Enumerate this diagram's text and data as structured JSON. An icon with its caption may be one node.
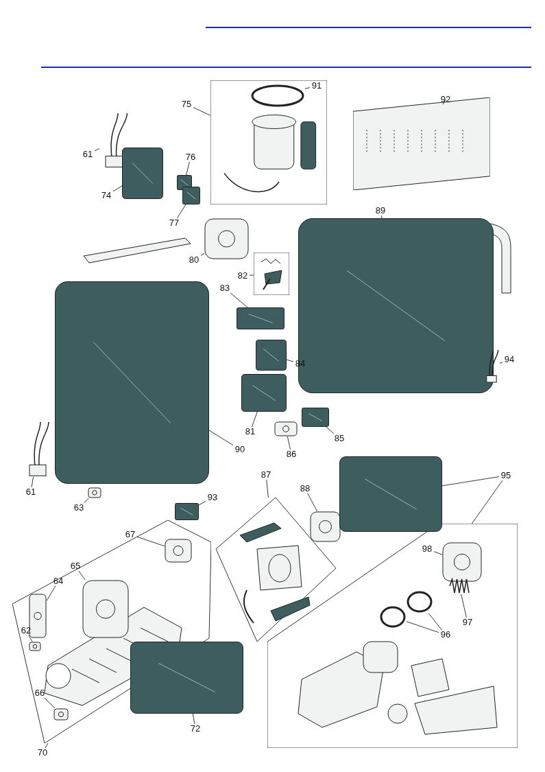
{
  "diagram": {
    "nodes": [
      {
        "text": [],
        "shape": "box"
      },
      {
        "text": [
          "75"
        ]
      },
      {
        "text": [
          "91"
        ],
        "in": 0
      },
      {
        "text": [],
        "shape": "circle",
        "in": 0
      },
      {
        "text": [
          "92"
        ]
      },
      {
        "text": [],
        "shape": "picture"
      },
      {
        "text": [
          "61"
        ]
      },
      {
        "text": [],
        "shape": "picture"
      },
      {
        "text": [
          "76"
        ]
      },
      {
        "text": [],
        "shape": "picture"
      },
      {
        "text": [
          "74"
        ]
      },
      {
        "text": [],
        "shape": "picture"
      },
      {
        "text": [
          "77"
        ]
      },
      {
        "text": [],
        "shape": "picture"
      },
      {
        "text": [
          "80"
        ]
      },
      {
        "text": [],
        "shape": "picture"
      },
      {
        "text": [],
        "shape": "box"
      },
      {
        "text": [
          "82"
        ]
      },
      {
        "text": [
          "83"
        ]
      },
      {
        "text": [],
        "shape": "picture"
      },
      {
        "text": [
          "84"
        ]
      },
      {
        "text": [],
        "shape": "picture"
      },
      {
        "text": [
          "89"
        ]
      },
      {
        "text": [],
        "shape": "picture"
      },
      {
        "text": [
          "94"
        ]
      },
      {
        "text": [],
        "shape": "picture"
      },
      {
        "text": [
          "81"
        ]
      },
      {
        "text": [],
        "shape": "picture"
      },
      {
        "text": [
          "85"
        ]
      },
      {
        "text": [],
        "shape": "picture"
      },
      {
        "text": [
          "86"
        ]
      },
      {
        "text": [],
        "shape": "picture"
      },
      {
        "text": [
          "90"
        ]
      },
      {
        "text": [],
        "shape": "picture"
      },
      {
        "text": [
          "61"
        ]
      },
      {
        "text": [],
        "shape": "picture"
      },
      {
        "text": [
          "63"
        ]
      },
      {
        "text": [],
        "shape": "picture"
      },
      {
        "text": [
          "93"
        ]
      },
      {
        "text": [],
        "shape": "picture"
      },
      {
        "text": [],
        "shape": "box"
      },
      {
        "text": [
          "87"
        ]
      },
      {
        "text": [
          "88"
        ]
      },
      {
        "text": [],
        "shape": "picture"
      },
      {
        "text": [
          "95"
        ]
      },
      {
        "text": [],
        "shape": "picture"
      },
      {
        "text": [],
        "shape": "box"
      },
      {
        "text": [
          "98"
        ],
        "in": 46
      },
      {
        "text": [],
        "shape": "picture",
        "in": 46
      },
      {
        "text": [
          "97"
        ],
        "in": 46
      },
      {
        "text": [],
        "shape": "picture",
        "in": 46
      },
      {
        "text": [
          "96"
        ],
        "in": 46
      },
      {
        "text": [],
        "shape": "circle",
        "in": 46
      },
      {
        "text": [],
        "shape": "circle",
        "in": 46
      },
      {
        "text": [],
        "shape": "box"
      },
      {
        "text": [
          "70"
        ]
      },
      {
        "text": [
          "67"
        ],
        "in": 54
      },
      {
        "text": [],
        "shape": "picture",
        "in": 54
      },
      {
        "text": [
          "65"
        ],
        "in": 54
      },
      {
        "text": [],
        "shape": "picture",
        "in": 54
      },
      {
        "text": [
          "64"
        ],
        "in": 54
      },
      {
        "text": [],
        "shape": "picture",
        "in": 54
      },
      {
        "text": [
          "62"
        ],
        "in": 54
      },
      {
        "text": [],
        "shape": "picture",
        "in": 54
      },
      {
        "text": [
          "66"
        ],
        "in": 54
      },
      {
        "text": [],
        "shape": "picture",
        "in": 54
      },
      {
        "text": [
          "72"
        ]
      },
      {
        "text": [],
        "shape": "picture"
      }
    ],
    "edges": [
      {
        "from": 1,
        "to": 0,
        "arrow": "none"
      },
      {
        "from": 2,
        "to": 3,
        "arrow": "none"
      },
      {
        "from": 4,
        "to": 5,
        "arrow": "none"
      },
      {
        "from": 6,
        "to": 7,
        "arrow": "none"
      },
      {
        "from": 8,
        "to": 9,
        "arrow": "none"
      },
      {
        "from": 10,
        "to": 11,
        "arrow": "none"
      },
      {
        "from": 12,
        "to": 13,
        "arrow": "none"
      },
      {
        "from": 14,
        "to": 15,
        "arrow": "none"
      },
      {
        "from": 17,
        "to": 16,
        "arrow": "none"
      },
      {
        "from": 18,
        "to": 19,
        "arrow": "none"
      },
      {
        "from": 20,
        "to": 21,
        "arrow": "none"
      },
      {
        "from": 22,
        "to": 23,
        "arrow": "none"
      },
      {
        "from": 24,
        "to": 25,
        "arrow": "none"
      },
      {
        "from": 26,
        "to": 27,
        "arrow": "none"
      },
      {
        "from": 28,
        "to": 29,
        "arrow": "none"
      },
      {
        "from": 30,
        "to": 31,
        "arrow": "none"
      },
      {
        "from": 32,
        "to": 33,
        "arrow": "none"
      },
      {
        "from": 34,
        "to": 35,
        "arrow": "none"
      },
      {
        "from": 36,
        "to": 37,
        "arrow": "none"
      },
      {
        "from": 38,
        "to": 39,
        "arrow": "none"
      },
      {
        "from": 41,
        "to": 40,
        "arrow": "none"
      },
      {
        "from": 42,
        "to": 43,
        "arrow": "none"
      },
      {
        "from": 44,
        "to": 45,
        "arrow": "none"
      },
      {
        "from": 44,
        "to": 46,
        "arrow": "none"
      },
      {
        "from": 47,
        "to": 48,
        "arrow": "none"
      },
      {
        "from": 49,
        "to": 50,
        "arrow": "none"
      },
      {
        "from": 51,
        "to": 52,
        "arrow": "none"
      },
      {
        "from": 51,
        "to": 53,
        "arrow": "none"
      },
      {
        "from": 55,
        "to": 54,
        "arrow": "none"
      },
      {
        "from": 56,
        "to": 57,
        "arrow": "none"
      },
      {
        "from": 58,
        "to": 59,
        "arrow": "none"
      },
      {
        "from": 60,
        "to": 61,
        "arrow": "none"
      },
      {
        "from": 62,
        "to": 63,
        "arrow": "none"
      },
      {
        "from": 64,
        "to": 65,
        "arrow": "none"
      },
      {
        "from": 66,
        "to": 67,
        "arrow": "none"
      }
    ]
  }
}
